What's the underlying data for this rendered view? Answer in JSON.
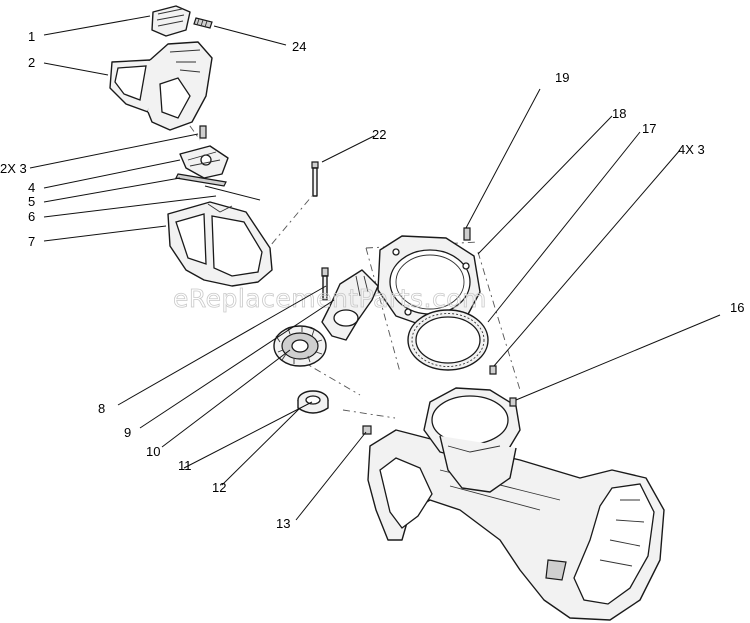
{
  "watermark": "eReplacementParts.com",
  "callouts": {
    "c1": "1",
    "c2": "2",
    "c2x3": "2X 3",
    "c4": "4",
    "c5": "5",
    "c6": "6",
    "c7": "7",
    "c8": "8",
    "c9": "9",
    "c10": "10",
    "c11": "11",
    "c12": "12",
    "c13": "13",
    "c16": "16",
    "c17": "17",
    "c18": "18",
    "c19": "19",
    "c22": "22",
    "c24": "24",
    "c4x3": "4X 3"
  }
}
